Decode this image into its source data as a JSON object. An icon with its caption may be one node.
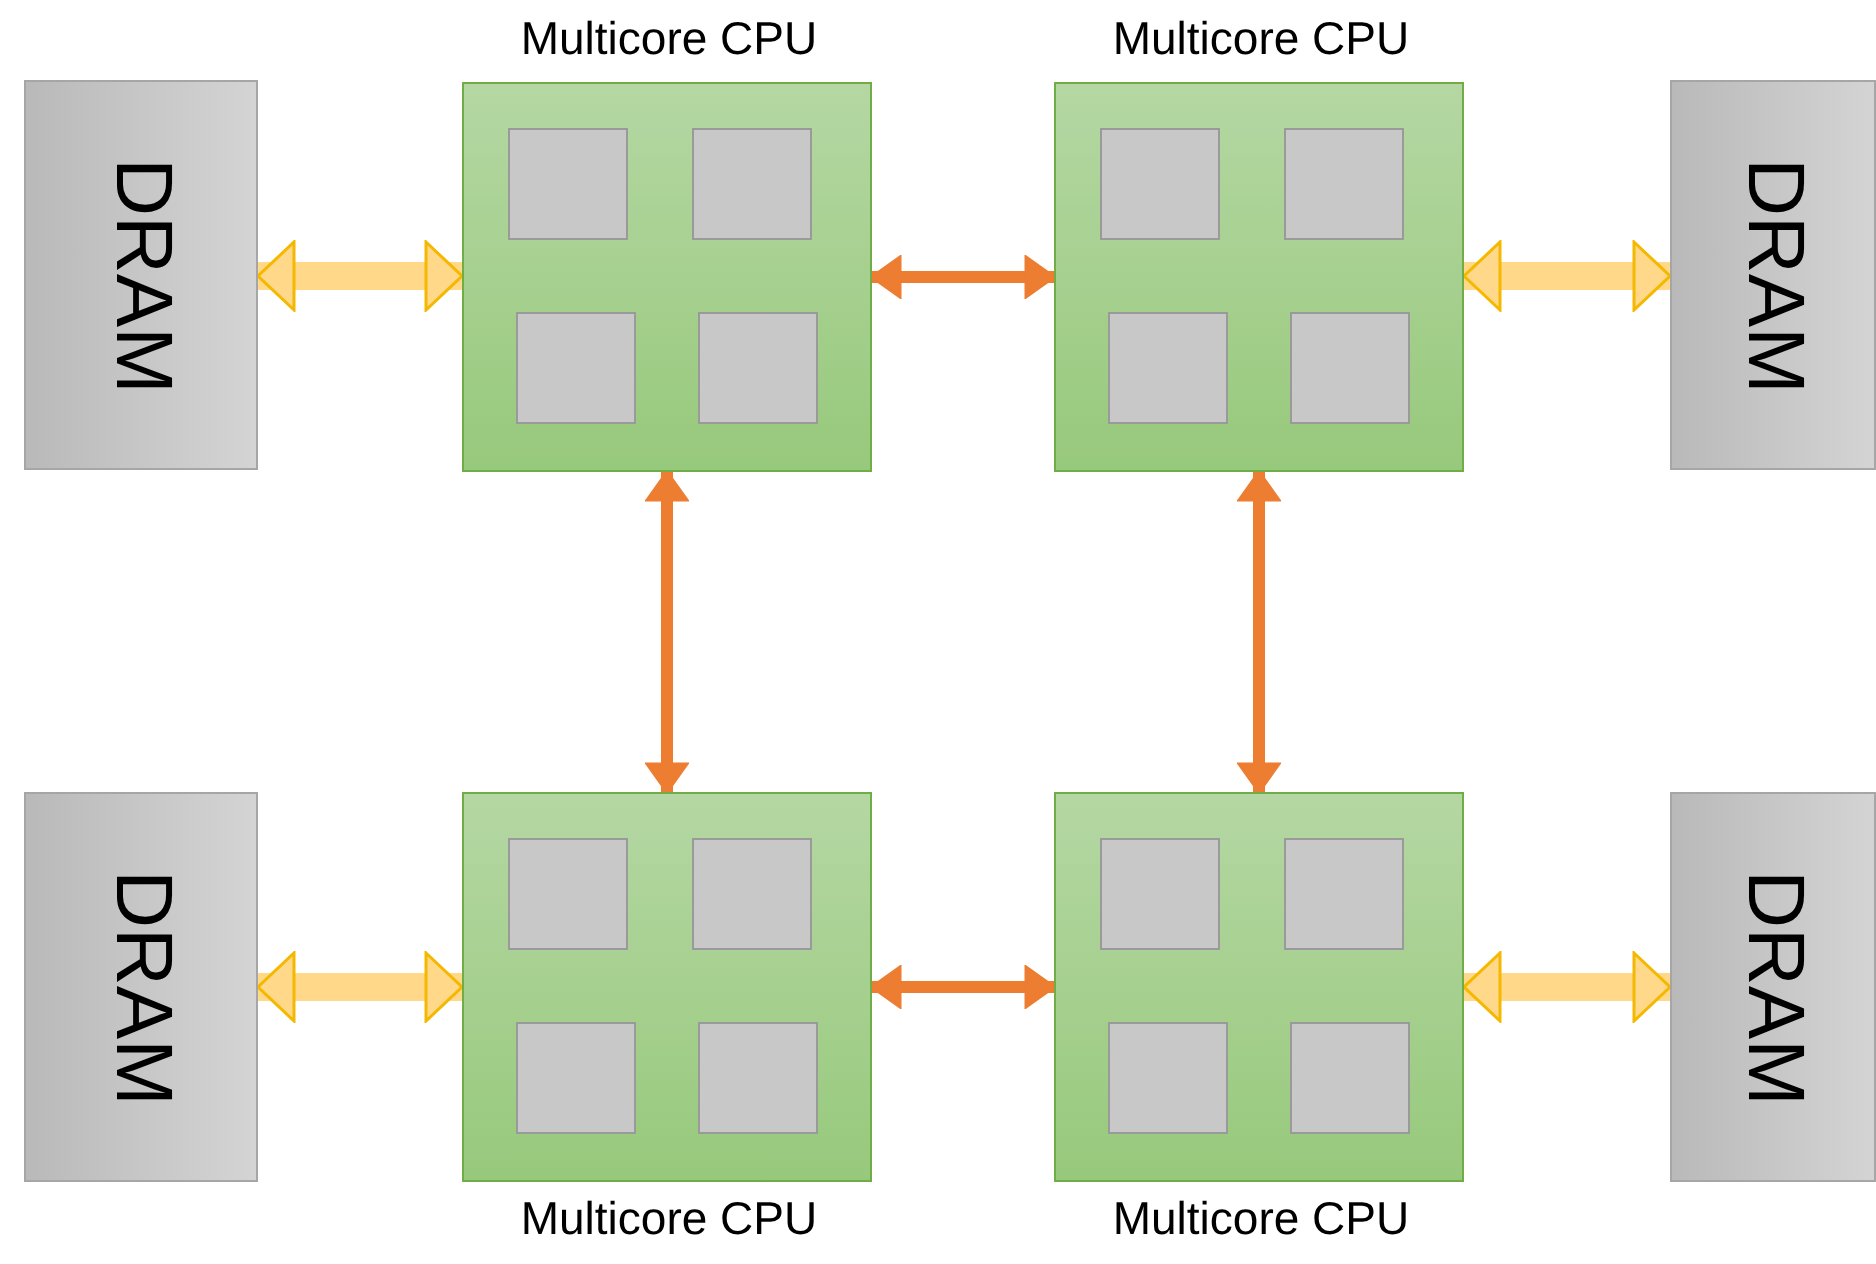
{
  "diagram": {
    "nodes": [
      {
        "text": [
          "DRAM"
        ]
      },
      {
        "text": [
          "Multicore CPU"
        ]
      },
      {
        "text": [],
        "shape": "box",
        "in": 1
      },
      {
        "text": [],
        "shape": "box",
        "in": 1
      },
      {
        "text": [],
        "shape": "box",
        "in": 1
      },
      {
        "text": [],
        "shape": "box",
        "in": 1
      },
      {
        "text": [
          "Multicore CPU"
        ]
      },
      {
        "text": [],
        "shape": "box",
        "in": 6
      },
      {
        "text": [],
        "shape": "box",
        "in": 6
      },
      {
        "text": [],
        "shape": "box",
        "in": 6
      },
      {
        "text": [],
        "shape": "box",
        "in": 6
      },
      {
        "text": [
          "DRAM"
        ]
      },
      {
        "text": [
          "DRAM"
        ]
      },
      {
        "text": [
          "Multicore CPU"
        ]
      },
      {
        "text": [],
        "shape": "box",
        "in": 13
      },
      {
        "text": [],
        "shape": "box",
        "in": 13
      },
      {
        "text": [],
        "shape": "box",
        "in": 13
      },
      {
        "text": [],
        "shape": "box",
        "in": 13
      },
      {
        "text": [
          "Multicore CPU"
        ]
      },
      {
        "text": [],
        "shape": "box",
        "in": 18
      },
      {
        "text": [],
        "shape": "box",
        "in": 18
      },
      {
        "text": [],
        "shape": "box",
        "in": 18
      },
      {
        "text": [],
        "shape": "box",
        "in": 18
      },
      {
        "text": [
          "DRAM"
        ]
      }
    ],
    "edges": [
      {
        "from": 0,
        "to": 1,
        "arrow": "both",
        "style": "thick"
      },
      {
        "from": 1,
        "to": 6,
        "arrow": "both",
        "color": "#ed7d31"
      },
      {
        "from": 6,
        "to": 11,
        "arrow": "both",
        "style": "thick"
      },
      {
        "from": 1,
        "to": 13,
        "arrow": "both",
        "color": "#ed7d31"
      },
      {
        "from": 6,
        "to": 18,
        "arrow": "both",
        "color": "#ed7d31"
      },
      {
        "from": 12,
        "to": 13,
        "arrow": "both",
        "style": "thick"
      },
      {
        "from": 13,
        "to": 18,
        "arrow": "both",
        "color": "#ed7d31"
      },
      {
        "from": 18,
        "to": 23,
        "arrow": "both",
        "style": "thick"
      }
    ]
  }
}
